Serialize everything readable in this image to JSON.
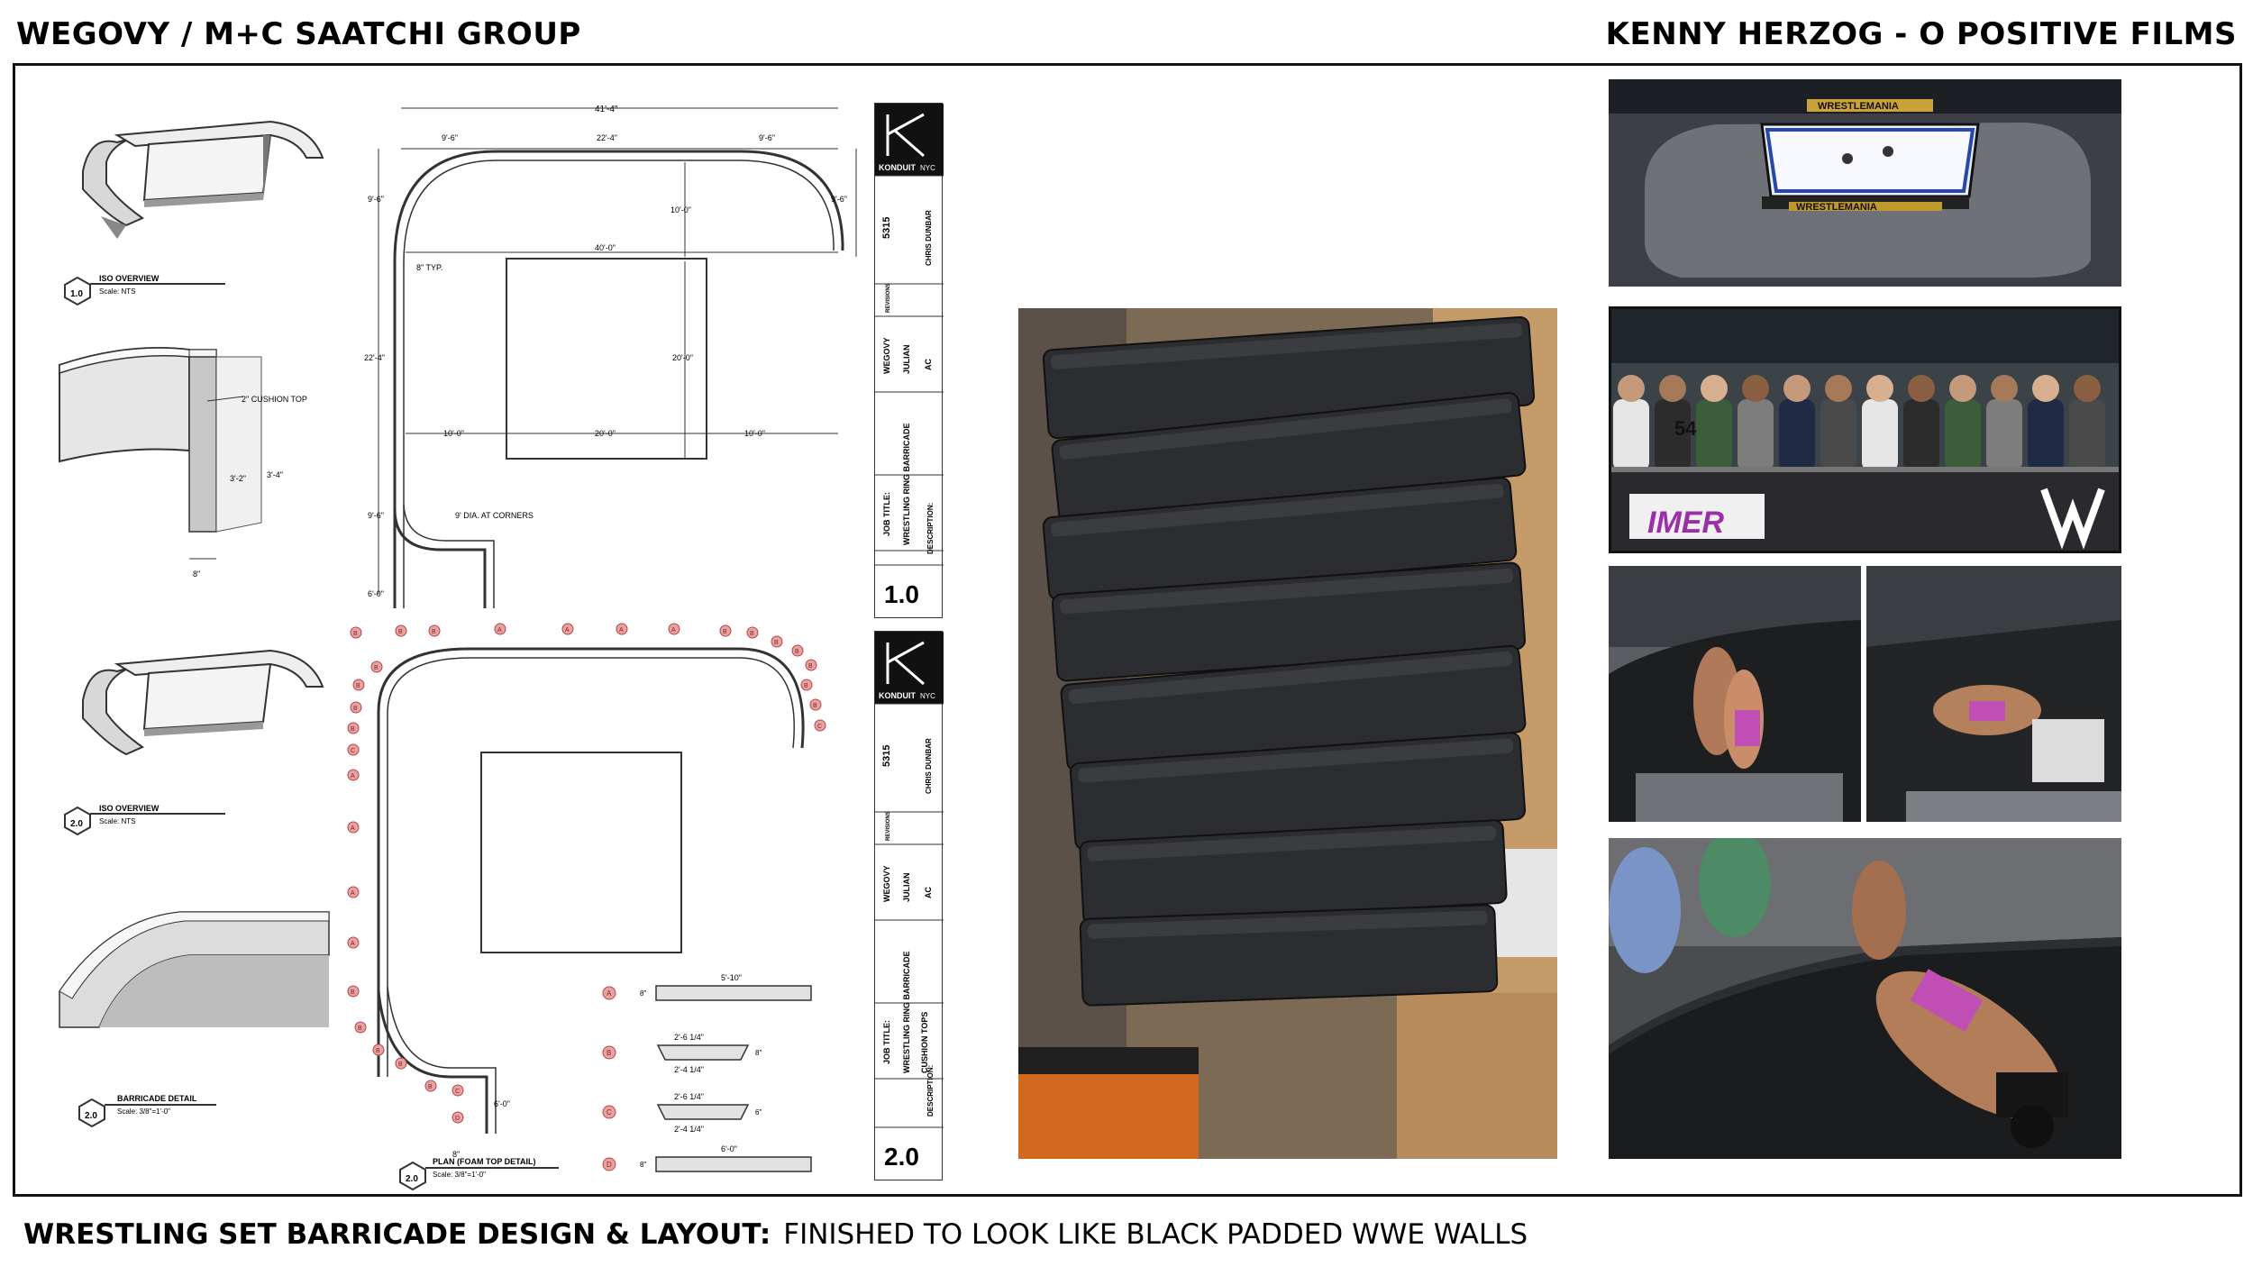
{
  "header": {
    "left_title": "WEGOVY / M+C SAATCHI GROUP",
    "right_title": "KENNY HERZOG - O POSITIVE FILMS"
  },
  "footer": {
    "label": "WRESTLING SET BARRICADE DESIGN & LAYOUT:",
    "description": "FINISHED TO LOOK LIKE BLACK PADDED WWE WALLS"
  },
  "drawing_1": {
    "iso_title": "ISO OVERVIEW",
    "iso_scale": "Scale: NTS",
    "iso_tag": "1.0",
    "dims": {
      "overall": "41'-4\"",
      "left_seg": "9'-6\"",
      "mid_seg": "22'-4\"",
      "right_seg": "9'-6\"",
      "right_side": "9'-6\"",
      "top_gap": "10'-0\"",
      "inner_width": "40'-0\"",
      "left_top": "9'-6\"",
      "left_mid": "22'-4\"",
      "left_bot": "9'-6\"",
      "left_end": "6'-0\"",
      "ring_height": "20'-0\"",
      "bottom_left": "10'-0\"",
      "ring_width": "20'-0\"",
      "bottom_right": "10'-0\"",
      "wall_typ": "8\" TYP.",
      "corner_note": "9' DIA. AT CORNERS"
    },
    "section": {
      "cushion": "2\" CUSHION TOP",
      "h1": "3'-2\"",
      "h2": "3'-4\"",
      "w": "8\""
    }
  },
  "drawing_2": {
    "iso_title": "ISO OVERVIEW",
    "iso_scale": "Scale: NTS",
    "iso_tag": "2.0",
    "detail_title": "BARRICADE DETAIL",
    "detail_scale": "Scale: 3/8\"=1'-0\"",
    "detail_tag": "2.0",
    "plan_title": "PLAN (FOAM TOP DETAIL)",
    "plan_scale": "Scale: 3/8\"=1'-0\"",
    "plan_tag": "2.0",
    "end_dim": "6'-0\"",
    "end_w": "8\"",
    "legend": [
      {
        "tag": "A",
        "top": "5'-10\"",
        "bottom": "",
        "h": "8\""
      },
      {
        "tag": "B",
        "top": "2'-6 1/4\"",
        "bottom": "2'-4 1/4\"",
        "h": "8\""
      },
      {
        "tag": "C",
        "top": "2'-6 1/4\"",
        "bottom": "2'-4 1/4\"",
        "h": "6\""
      },
      {
        "tag": "D",
        "top": "6'-0\"",
        "bottom": "",
        "h": "8\""
      }
    ]
  },
  "title_blocks": [
    {
      "logo": "KONDUIT",
      "logo_sub": "NYC",
      "job_no": "5315",
      "revisions": "REVISIONS",
      "drawn_by": "CHRIS DUNBAR",
      "client": "WEGOVY",
      "designer": "JULIAN",
      "checked": "AC",
      "job_title_label": "JOB TITLE:",
      "job_title": "WRESTLING RING BARRICADE",
      "description_label": "DESCRIPTION:",
      "description": "",
      "sheet": "1.0"
    },
    {
      "logo": "KONDUIT",
      "logo_sub": "NYC",
      "job_no": "5315",
      "revisions": "REVISIONS",
      "drawn_by": "CHRIS DUNBAR",
      "client": "WEGOVY",
      "designer": "JULIAN",
      "checked": "AC",
      "job_title_label": "JOB TITLE:",
      "job_title": "WRESTLING RING BARRICADE",
      "description_label": "DESCRIPTION:",
      "description": "CUSHION TOPS",
      "sheet": "2.0"
    }
  ],
  "photos": {
    "wrestlemania_banner": "WRESTLEMANIA",
    "crowd_jersey": "54",
    "sign_text": "IMER"
  },
  "colors": {
    "pad_black": "#2b2d30",
    "tag_red": "#e6a3a3",
    "frame": "#111111"
  }
}
